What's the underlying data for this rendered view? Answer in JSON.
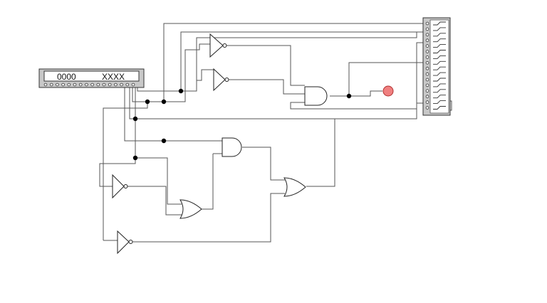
{
  "hex_display": {
    "left_digits": "0000",
    "right_digits": "XXXX",
    "pin_count": 16
  },
  "switch_bank": {
    "switch_count": 16
  },
  "gates": [
    {
      "id": "not-1",
      "kind": "not"
    },
    {
      "id": "not-2",
      "kind": "not"
    },
    {
      "id": "and-1",
      "kind": "and"
    },
    {
      "id": "and-2",
      "kind": "and"
    },
    {
      "id": "or-1",
      "kind": "or"
    },
    {
      "id": "or-2",
      "kind": "or"
    },
    {
      "id": "not-3",
      "kind": "not"
    },
    {
      "id": "not-4",
      "kind": "not"
    }
  ],
  "output_led": {
    "state": "on"
  },
  "colors": {
    "panel_fill": "#c8c8c8",
    "panel_inner": "#9a9a9a",
    "led_on": "#f08080",
    "led_stroke": "#b03030",
    "wire": "#555555",
    "junction": "#000000"
  }
}
